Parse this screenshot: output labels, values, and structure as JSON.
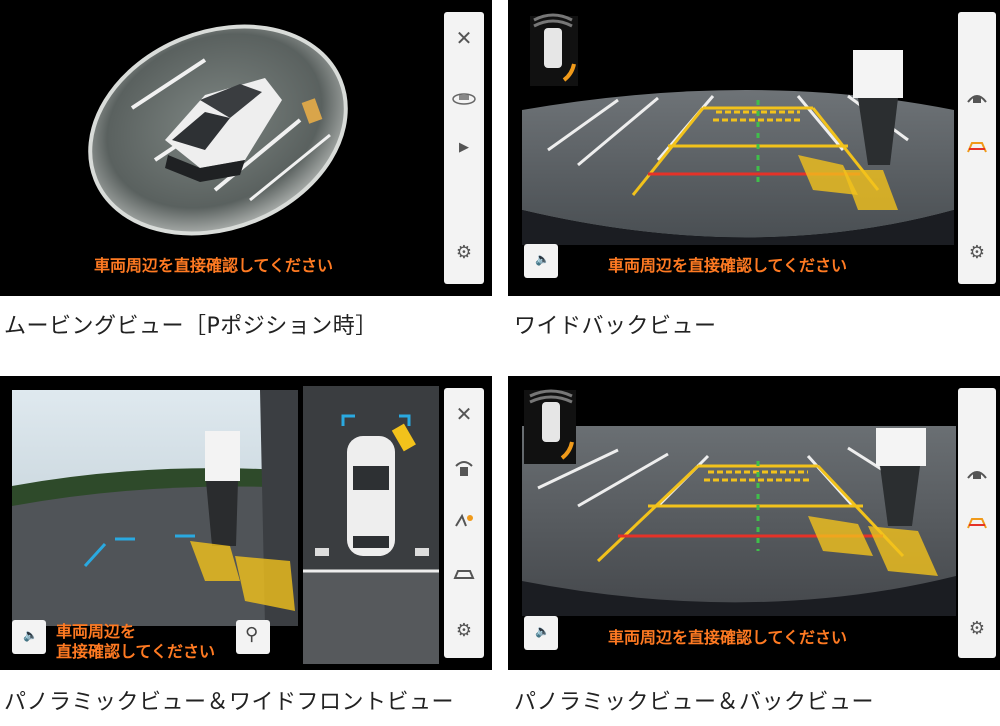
{
  "screens": [
    {
      "caption": "ムービングビュー［Pポジション時］",
      "warning": "車両周辺を直接確認してください",
      "sidebar": [
        "close-icon",
        "car-view-icon",
        "play-icon",
        "gear-icon"
      ]
    },
    {
      "caption": "ワイドバックビュー",
      "warning": "車両周辺を直接確認してください",
      "sidebar": [
        "rear-camera-icon",
        "trajectory-icon",
        "gear-icon"
      ]
    },
    {
      "caption": "パノラミックビュー＆ワイドフロントビュー",
      "warning_line1": "車両周辺を",
      "warning_line2": "直接確認してください",
      "sidebar": [
        "close-icon",
        "front-camera-icon",
        "sensor-icon",
        "car-angle-icon",
        "gear-icon"
      ]
    },
    {
      "caption": "パノラミックビュー＆バックビュー",
      "warning": "車両周辺を直接確認してください",
      "sidebar": [
        "rear-camera-icon",
        "trajectory-icon",
        "gear-icon"
      ]
    }
  ],
  "colors": {
    "warning": "#ff7a22",
    "guide_yellow": "#f2c21b",
    "guide_red": "#e53228",
    "guide_green": "#3fbf4a",
    "guide_cyan": "#2aa9e0",
    "icon_orange": "#f09a1a"
  }
}
